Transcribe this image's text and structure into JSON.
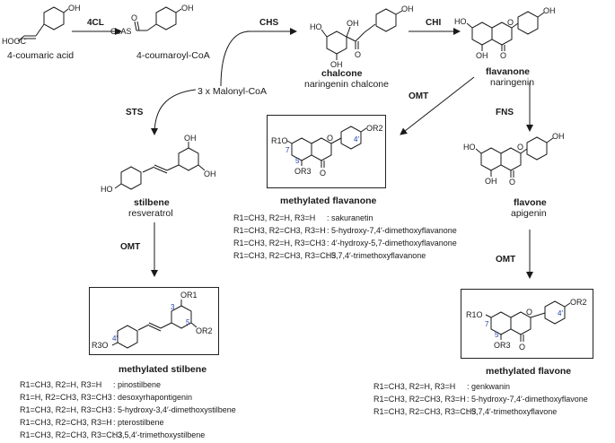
{
  "colors": {
    "ink": "#1a1a1a",
    "position_label": "#1f3ea8",
    "box_border": "#222222"
  },
  "compounds": {
    "coumaric_acid": {
      "name": "4-coumaric acid",
      "groups": [
        "HOOC",
        "OH"
      ]
    },
    "coumaroyl_coa": {
      "name": "4-coumaroyl-CoA",
      "groups": [
        "CoAS",
        "O",
        "OH"
      ]
    },
    "chalcone": {
      "name": "chalcone",
      "subname": "naringenin chalcone",
      "groups": [
        "HO",
        "OH",
        "OH",
        "O",
        "OH"
      ]
    },
    "flavanone": {
      "name": "flavanone",
      "subname": "naringenin",
      "groups": [
        "HO",
        "OH",
        "OH",
        "O",
        "O"
      ]
    },
    "stilbene": {
      "name": "stilbene",
      "subname": "resveratrol",
      "groups": [
        "HO",
        "OH",
        "OH"
      ]
    },
    "flavone": {
      "name": "flavone",
      "subname": "apigenin",
      "groups": [
        "HO",
        "OH",
        "OH",
        "O",
        "O"
      ]
    }
  },
  "reagents": {
    "malonyl": "3 x Malonyl-CoA"
  },
  "enzymes": {
    "e1": "4CL",
    "e2": "CHS",
    "e3": "CHI",
    "e4": "STS",
    "e5": "OMT",
    "e6": "FNS",
    "e7": "OMT",
    "e8": "OMT"
  },
  "boxes": {
    "flavanone": {
      "title": "methylated flavanone",
      "groups": {
        "r1": "R1O",
        "r2": "OR2",
        "r3": "OR3",
        "ketone": "O",
        "ring_o": "O"
      },
      "positions": [
        "7",
        "5",
        "4′"
      ],
      "derivatives": [
        {
          "subs": "R1=CH3, R2=H,    R3=H",
          "name": ": sakuranetin"
        },
        {
          "subs": "R1=CH3, R2=CH3, R3=H",
          "name": ": 5-hydroxy-7,4′-dimethoxyflavanone"
        },
        {
          "subs": "R1=CH3, R2=H,    R3=CH3",
          "name": ": 4′-hydroxy-5,7-dimethoxyflavanone"
        },
        {
          "subs": "R1=CH3, R2=CH3, R3=CH3",
          "name": ": 5,7,4′-trimethoxyflavanone"
        }
      ]
    },
    "stilbene": {
      "title": "methylated stilbene",
      "groups": {
        "r1": "OR1",
        "r2": "OR2",
        "r3": "R3O"
      },
      "positions": [
        "3",
        "5",
        "4′"
      ],
      "derivatives": [
        {
          "subs": "R1=CH3, R2=H,     R3=H",
          "name": ": pinostilbene"
        },
        {
          "subs": "R1=H,     R2=CH3, R3=CH3",
          "name": ": desoxyrhapontigenin"
        },
        {
          "subs": "R1=CH3, R2=H,     R3=CH3",
          "name": ": 5-hydroxy-3,4′-dimethoxystilbene"
        },
        {
          "subs": "R1=CH3, R2=CH3, R3=H",
          "name": ": pterostilbene"
        },
        {
          "subs": "R1=CH3, R2=CH3, R3=CH3",
          "name": ": 3,5,4′-trimethoxystilbene"
        }
      ]
    },
    "flavone": {
      "title": "methylated flavone",
      "groups": {
        "r1": "R1O",
        "r2": "OR2",
        "r3": "OR3",
        "ketone": "O",
        "ring_o": "O"
      },
      "positions": [
        "7",
        "5",
        "4′"
      ],
      "derivatives": [
        {
          "subs": "R1=CH3, R2=H,     R3=H",
          "name": ": genkwanin"
        },
        {
          "subs": "R1=CH3, R2=CH3, R3=H",
          "name": ": 5-hydroxy-7,4′-dimethoxyflavone"
        },
        {
          "subs": "R1=CH3, R2=CH3, R3=CH3",
          "name": ": 5,7,4′-trimethoxyflavone"
        }
      ]
    }
  }
}
